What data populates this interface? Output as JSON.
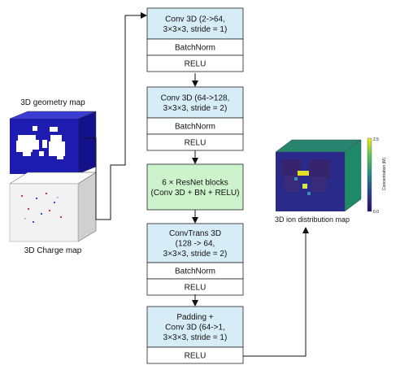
{
  "inputs": {
    "geometry_label": "3D geometry map",
    "charge_label": "3D Charge map"
  },
  "output": {
    "label": "3D ion distribution map",
    "colorbar": {
      "title": "Concentration (M)",
      "max_label": "2.5",
      "min_label": "0.0"
    }
  },
  "blocks": [
    {
      "id": "block1",
      "fill": "#d6ecf6",
      "lines": [
        "Conv 3D (2->64,",
        "3×3×3, stride = 1)"
      ],
      "rows": [
        "BatchNorm",
        "RELU"
      ]
    },
    {
      "id": "block2",
      "fill": "#d6ecf6",
      "lines": [
        "Conv 3D (64->128,",
        "3×3×3, stride = 2)"
      ],
      "rows": [
        "BatchNorm",
        "RELU"
      ]
    },
    {
      "id": "block3",
      "fill": "#cdf3cd",
      "lines": [
        "6 × ResNet blocks",
        "(Conv 3D + BN + RELU)"
      ],
      "rows": []
    },
    {
      "id": "block4",
      "fill": "#d6ecf6",
      "lines": [
        "ConvTrans 3D",
        "(128 -> 64,",
        "3×3×3, stride = 2)"
      ],
      "rows": [
        "BatchNorm",
        "RELU"
      ]
    },
    {
      "id": "block5",
      "fill": "#d6ecf6",
      "lines": [
        "Padding +",
        "Conv 3D (64->1,",
        "3×3×3, stride = 1)"
      ],
      "rows": [
        "RELU"
      ]
    }
  ],
  "colors": {
    "geometry_front": "#1d1bb0",
    "geometry_top": "#3b3bd6",
    "geometry_side": "#14128a",
    "charge_front": "#f2f2f2",
    "charge_top": "#fbfbfb",
    "charge_side": "#d0d0d0",
    "ion_front": "#2a2a8a",
    "ion_top": "#28836f",
    "ion_side": "#1e8a6a"
  }
}
